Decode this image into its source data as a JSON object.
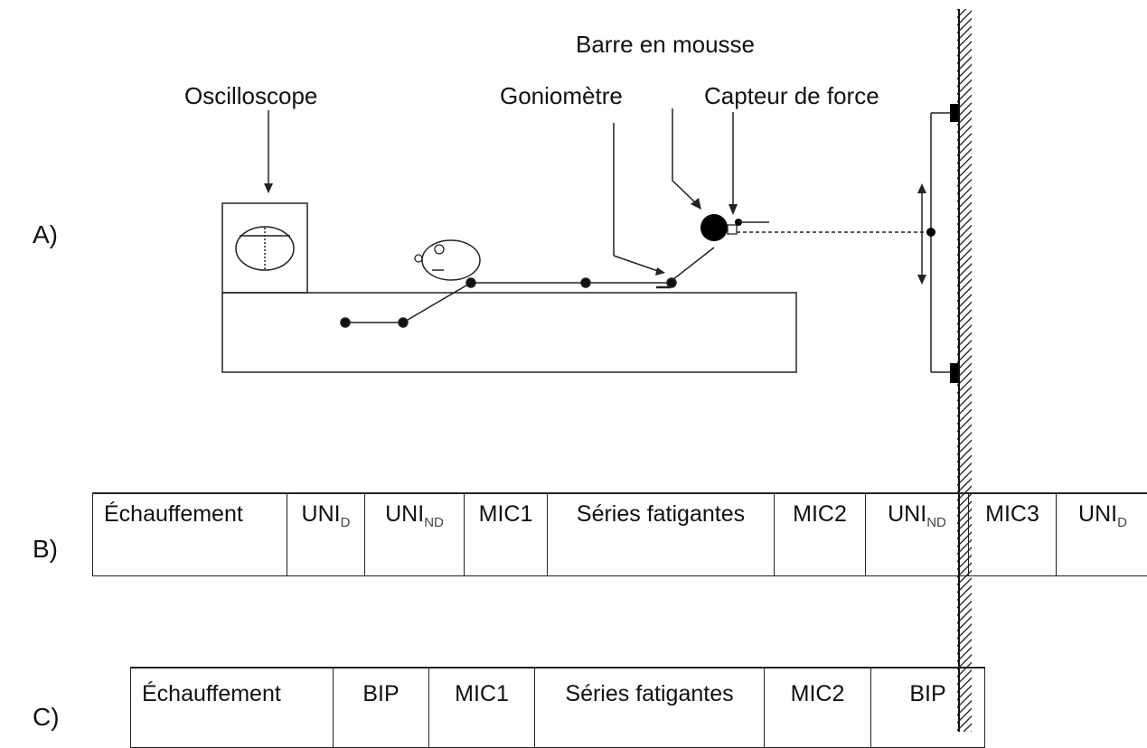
{
  "diagram_a": {
    "panel_label": "A)",
    "labels": {
      "oscilloscope": "Oscilloscope",
      "goniometre": "Goniomètre",
      "barre": "Barre en mousse",
      "capteur": "Capteur de force"
    }
  },
  "sequence_b": {
    "panel_label": "B)",
    "cells": [
      {
        "text": "Échauffement",
        "sub": ""
      },
      {
        "text": "UNI",
        "sub": "D"
      },
      {
        "text": "UNI",
        "sub": "ND"
      },
      {
        "text": "MIC1",
        "sub": ""
      },
      {
        "text": "Séries fatigantes",
        "sub": ""
      },
      {
        "text": "MIC2",
        "sub": ""
      },
      {
        "text": "UNI",
        "sub": "ND"
      },
      {
        "text": "MIC3",
        "sub": ""
      },
      {
        "text": "UNI",
        "sub": "D"
      }
    ]
  },
  "sequence_c": {
    "panel_label": "C)",
    "cells": [
      {
        "text": "Échauffement",
        "sub": ""
      },
      {
        "text": "BIP",
        "sub": ""
      },
      {
        "text": "MIC1",
        "sub": ""
      },
      {
        "text": "Séries fatigantes",
        "sub": ""
      },
      {
        "text": "MIC2",
        "sub": ""
      },
      {
        "text": "BIP",
        "sub": ""
      }
    ]
  }
}
